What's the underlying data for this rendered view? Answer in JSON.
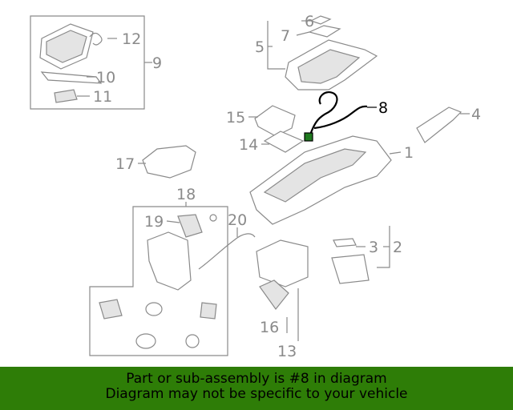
{
  "diagram": {
    "callouts": {
      "c1": "1",
      "c2": "2",
      "c3": "3",
      "c4": "4",
      "c5": "5",
      "c6": "6",
      "c7": "7",
      "c8": "8",
      "c9": "9",
      "c10": "10",
      "c11": "11",
      "c12": "12",
      "c13": "13",
      "c14": "14",
      "c15": "15",
      "c16": "16",
      "c17": "17",
      "c18": "18",
      "c19": "19",
      "c20": "20"
    },
    "highlighted_part": "8",
    "colors": {
      "line": "#8a8a8a",
      "highlight": "#000000",
      "banner": "#2e7d07"
    }
  },
  "footer": {
    "line1": "Part or sub-assembly is #8 in diagram",
    "line2": "Diagram may not be specific to your vehicle"
  }
}
